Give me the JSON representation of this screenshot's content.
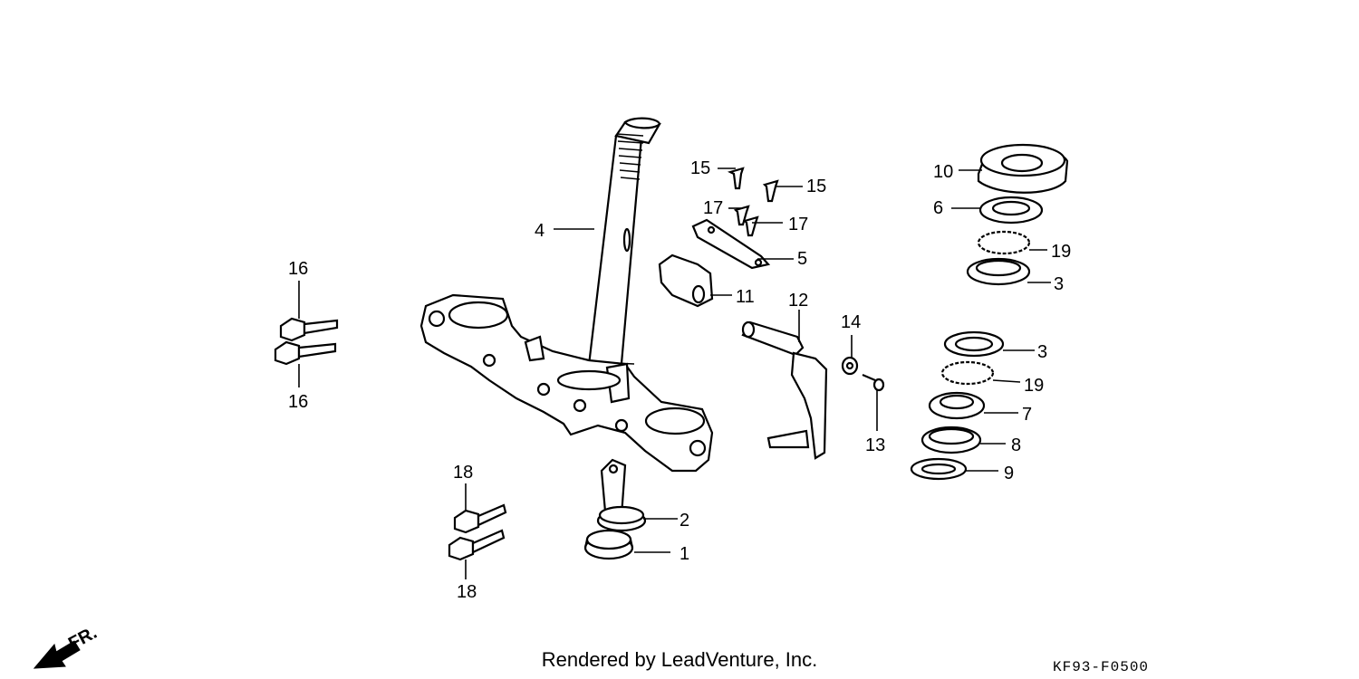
{
  "diagram": {
    "callouts": [
      "1",
      "2",
      "3",
      "3",
      "4",
      "5",
      "6",
      "7",
      "8",
      "9",
      "10",
      "11",
      "12",
      "13",
      "14",
      "15",
      "15",
      "16",
      "16",
      "17",
      "17",
      "18",
      "18",
      "19",
      "19"
    ],
    "front_indicator": "FR."
  },
  "footer": {
    "credit": "Rendered by LeadVenture, Inc.",
    "code": "KF93-F0500"
  }
}
